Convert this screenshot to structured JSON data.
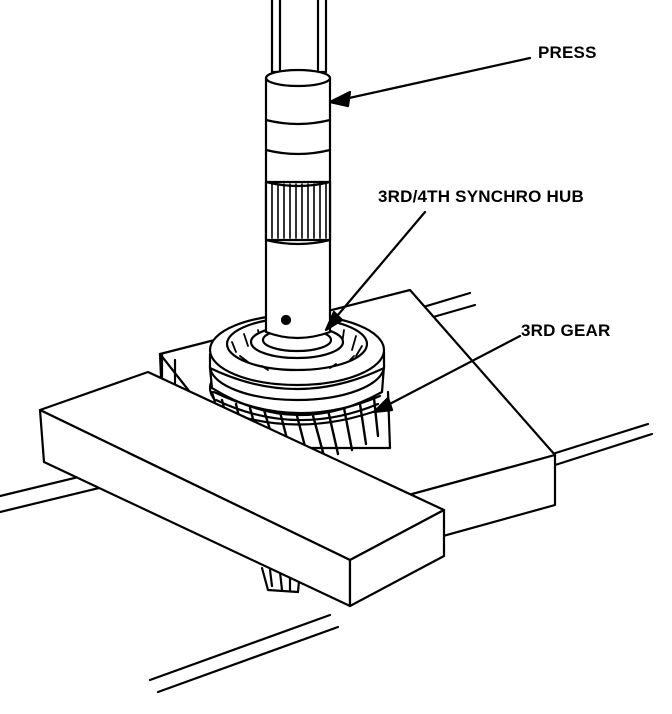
{
  "diagram": {
    "labels": {
      "press": "PRESS",
      "hub": "3RD/4TH SYNCHRO HUB",
      "gear": "3RD GEAR"
    },
    "colors": {
      "line": "#000000",
      "fill": "#ffffff"
    }
  }
}
